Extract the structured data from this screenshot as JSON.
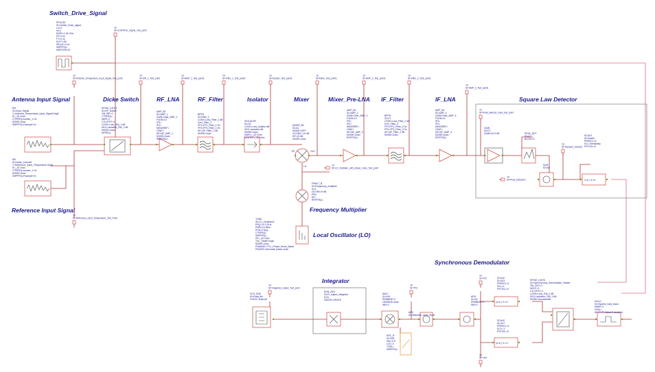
{
  "section_titles": {
    "switch_drive": "Switch_Drive_Signal",
    "antenna": "Antenna Input Signal",
    "dicke": "Dicke Switch",
    "rf_lna": "RF_LNA",
    "rf_filter": "RF_Filter",
    "isolator": "Isolator",
    "mixer": "Mixer",
    "mixer_pre_lna": "Mixer_Pre-LNA",
    "if_filter": "IF_Filter",
    "if_lna": "IF_LNA",
    "square_law": "Square Law Detector",
    "reference": "Reference Input Signal",
    "freq_mult": "Frequency Multiplier",
    "lo": "Local Oscillator (LO)",
    "sync_demod": "Synchronous Demodulator",
    "integrator": "Integrator"
  },
  "blocks": {
    "pulse": [
      "PPULSE",
      "ID=Switch_Drive_signal",
      "LO=0",
      "HI=1",
      "RATE=1.44 GHz",
      "RT=0 ns",
      "FT=0 ns",
      "DUTY=50",
      "DELAY=0 ns",
      "SMPFRQ=",
      "SMPSYM=10"
    ],
    "antenna_src": [
      "RN",
      "ID=Input_Signal",
      "T=Antenna_Temperature_Input_Signal DegK",
      "R=_Z0 Ohm",
      "CTRFRQ=fcenter_1 Hz",
      "NOISE=Auto",
      "SMPFRQ=Fsample Hz"
    ],
    "reference_src": [
      "RN",
      "ID=Noise_source8",
      "T=Reference_Input_Temperature DegK",
      "R=_Z0 Ohm",
      "CTRFRQ=fcenter_1 Hz",
      "NOISE=Auto",
      "SMPFRQ=Fsample Hz"
    ],
    "dicke": [
      "RFSW_t=DYN",
      "ID=RF_Switch",
      "ON_INP=1",
      "CTRFRQ=",
      "NINP=2",
      "CTLOFST=1",
      "LOSS=Loss_SW_1 dB",
      "ISOL=Isolation_SW_1 dB",
      "NOISE=Auto",
      "NFREQ="
    ],
    "rf_lna": [
      "AMP_B2",
      "ID=AMP_1",
      "GAIN=Gain_AMP_1",
      "P1DB=10",
      "IP3=",
      "IP2=",
      "MEASREF=",
      "OSAT=",
      "NF=NF_AMP_1",
      "NOISE=Auto",
      "RFIFFRQ="
    ],
    "rf_filter": [
      "BPFB",
      "ID=Filter_1",
      "LOSS=Loss_Filter_1 dB",
      "N=N_Filter_1",
      "FP1=FP1_Filter_1 Hz",
      "FP2=FP2_Filter_1 Hz",
      "AP=AP_Filter_1 dB",
      "NOISE=Auto"
    ],
    "isolator": [
      "ISOLATOR",
      "ID=S4",
      "LOSS=Loss_Isolator dB",
      "ISOL=Isolation dB",
      "NOISE=Auto",
      "ZINPL=_Z0 Ohm",
      "ZOUTPL=_Z0 Ohm"
    ],
    "mixer": [
      "MIXER_B2",
      "ID=A1",
      "MODE=DIFF",
      "GCONV=-10 dB",
      "NF=10 dB",
      "NOISE=Auto"
    ],
    "pre_lna": [
      "AMP_B2",
      "ID=AMP_2",
      "GAIN=Gain_AMP_2",
      "P1DB=10",
      "IP3=",
      "IP2=",
      "MEASREF=",
      "OSAT=",
      "NF=NF_AMP_2",
      "NOISE=Auto",
      "RFIFFRQ="
    ],
    "if_filter": [
      "BPFB",
      "ID=F1",
      "LOSS=Loss_Filter_2 dB",
      "N=N_Filter_2",
      "FP1=FP1_Filter_2 Hz",
      "FP2=FP2_Filter_2 Hz",
      "AP=AP_Filter_2 dB",
      "NOISE=Auto"
    ],
    "if_lna": [
      "AMP_B2",
      "ID=AMP_3",
      "GAIN=Gain_AMP_3",
      "P1DB=10",
      "IP3=",
      "IP2=",
      "MEASREF=",
      "OSAT=",
      "NF=NF_AMP_3",
      "NOISE=Auto",
      "RFIFFRQ="
    ],
    "gain": [
      "GAIN",
      "ID=D7",
      "GAIN=20.5 dB"
    ],
    "peak_det": [
      "PEAK_DET",
      "ID=A7",
      "BLKSZ=2"
    ],
    "sqr": [
      "SQR",
      "ID=A8"
    ],
    "scale_sq": [
      "SCALE",
      "ID=Scaler",
      "PRESCL=0",
      "SCL=Sensitivity",
      "PSTSCL=0"
    ],
    "fmult": [
      "FMULT_B",
      "ID=Frequency_multiplier",
      "N=2",
      "GCONV=5 dB",
      "PIN=",
      "NF=",
      "RFIFFRQ="
    ],
    "tone": [
      "TONE",
      "ID=LO_Oscillator1",
      "FRQ=10.3 GHz",
      "PWR=10 dBm",
      "PHS=0 Deg",
      "CTRFRQ=",
      "SMPFRQ=",
      "ZS=_Z0 Ohm",
      "TN=_TAMB DegK",
      "NOISE=Auto",
      "PNMASK=\"PLL_Phase_Noise_Mask\"",
      "PNOISE=Generate phase noise"
    ],
    "file_snk": [
      "FILE_SNK",
      "ID=Data_file",
      "FILEN=\"Data.txt\""
    ],
    "run_avg": [
      "RUN_AVG",
      "ID=R_output_integrator",
      "N=N",
      "ORATE=ORATE"
    ],
    "mult": [
      "MULT",
      "ID=A14",
      "PRMMNP=0",
      "OEMODE=Auto",
      "NIN=2"
    ],
    "abs": [
      "ABS",
      "ID=Absolute_value_block"
    ],
    "add": [
      "ADD",
      "ID=A2",
      "PRMMNP=0",
      "NIN=2"
    ],
    "src_r": [
      "SRC_R",
      "ID=A26",
      "VAL=0.5",
      "COL=1",
      "TODL=",
      "SMPFRQ="
    ],
    "scale_a21": [
      "SCALE",
      "ID=A21",
      "PRESCL=0",
      "SCL=1",
      "PSTSCL=0"
    ],
    "scale_a17": [
      "SCALE",
      "ID=A17",
      "PRESCL=0",
      "SCL=-1",
      "PSTSCL=0"
    ],
    "sync_sw": [
      "RFSW_t=DYN",
      "ID=Synchronous_Demodulator_Switch",
      "ON_OUT=2",
      "NOUT=2",
      "CTLOFST=1",
      "LOSS=Loss_SW_2 dB",
      "ISOL=Isolation_SW_2 dB",
      "NOISE=Nonoisebits"
    ],
    "hold": [
      "HOLD",
      "ID=System_hold_block",
      "NREP=2",
      "HVAL=",
      "ADJTYP=Adjust if sampled"
    ]
  },
  "test_points": {
    "control": [
      "TP",
      "ID=CONTROL_Signal_Test_point"
    ],
    "antenna": [
      "TP",
      "ID=Antenna_Temperature_Input_Signal_Test_point"
    ],
    "reference": [
      "TP",
      "ID=Reference_Input_Temperature_Test_Point"
    ],
    "sw1": [
      "TP",
      "ID=SW_1_Test_point"
    ],
    "amp1": [
      "TP",
      "ID=AMP_1_Test_point1"
    ],
    "filter1": [
      "TP",
      "ID=Filter_1_Test_point1"
    ],
    "isolator": [
      "TP",
      "ID=Isolator_Test_point1"
    ],
    "mixer": [
      "TP",
      "ID=Mixer_Test_point1"
    ],
    "amp2": [
      "TP",
      "ID=AMP_2_Test_point1"
    ],
    "filter2": [
      "TP",
      "ID=Filter_2_Test_point1"
    ],
    "amp3": [
      "TP",
      "ID=AMP_3_Test_point1"
    ],
    "lo_osc": [
      "TP",
      "ID=LO_Oscillator_with_phase_noise_Test_point"
    ],
    "peak_in": [
      "TP",
      "ID=Peak_detector_input_test_point"
    ],
    "squared": [
      "TP",
      "ID=Squared_Output1"
    ],
    "peak_det": [
      "TP",
      "ID=Peak_Detector1"
    ],
    "integrator": [
      "TP",
      "ID=Integrator_output_Test_point"
    ],
    "tp3": [
      "TP",
      "ID=TP3"
    ],
    "tp2": [
      "TP",
      "ID=TP2"
    ],
    "tp5": [
      "TP",
      "ID=TP5"
    ]
  },
  "port_labels": {
    "rf": "RF",
    "out": "OUT",
    "lo": "LO",
    "in": "IN"
  }
}
